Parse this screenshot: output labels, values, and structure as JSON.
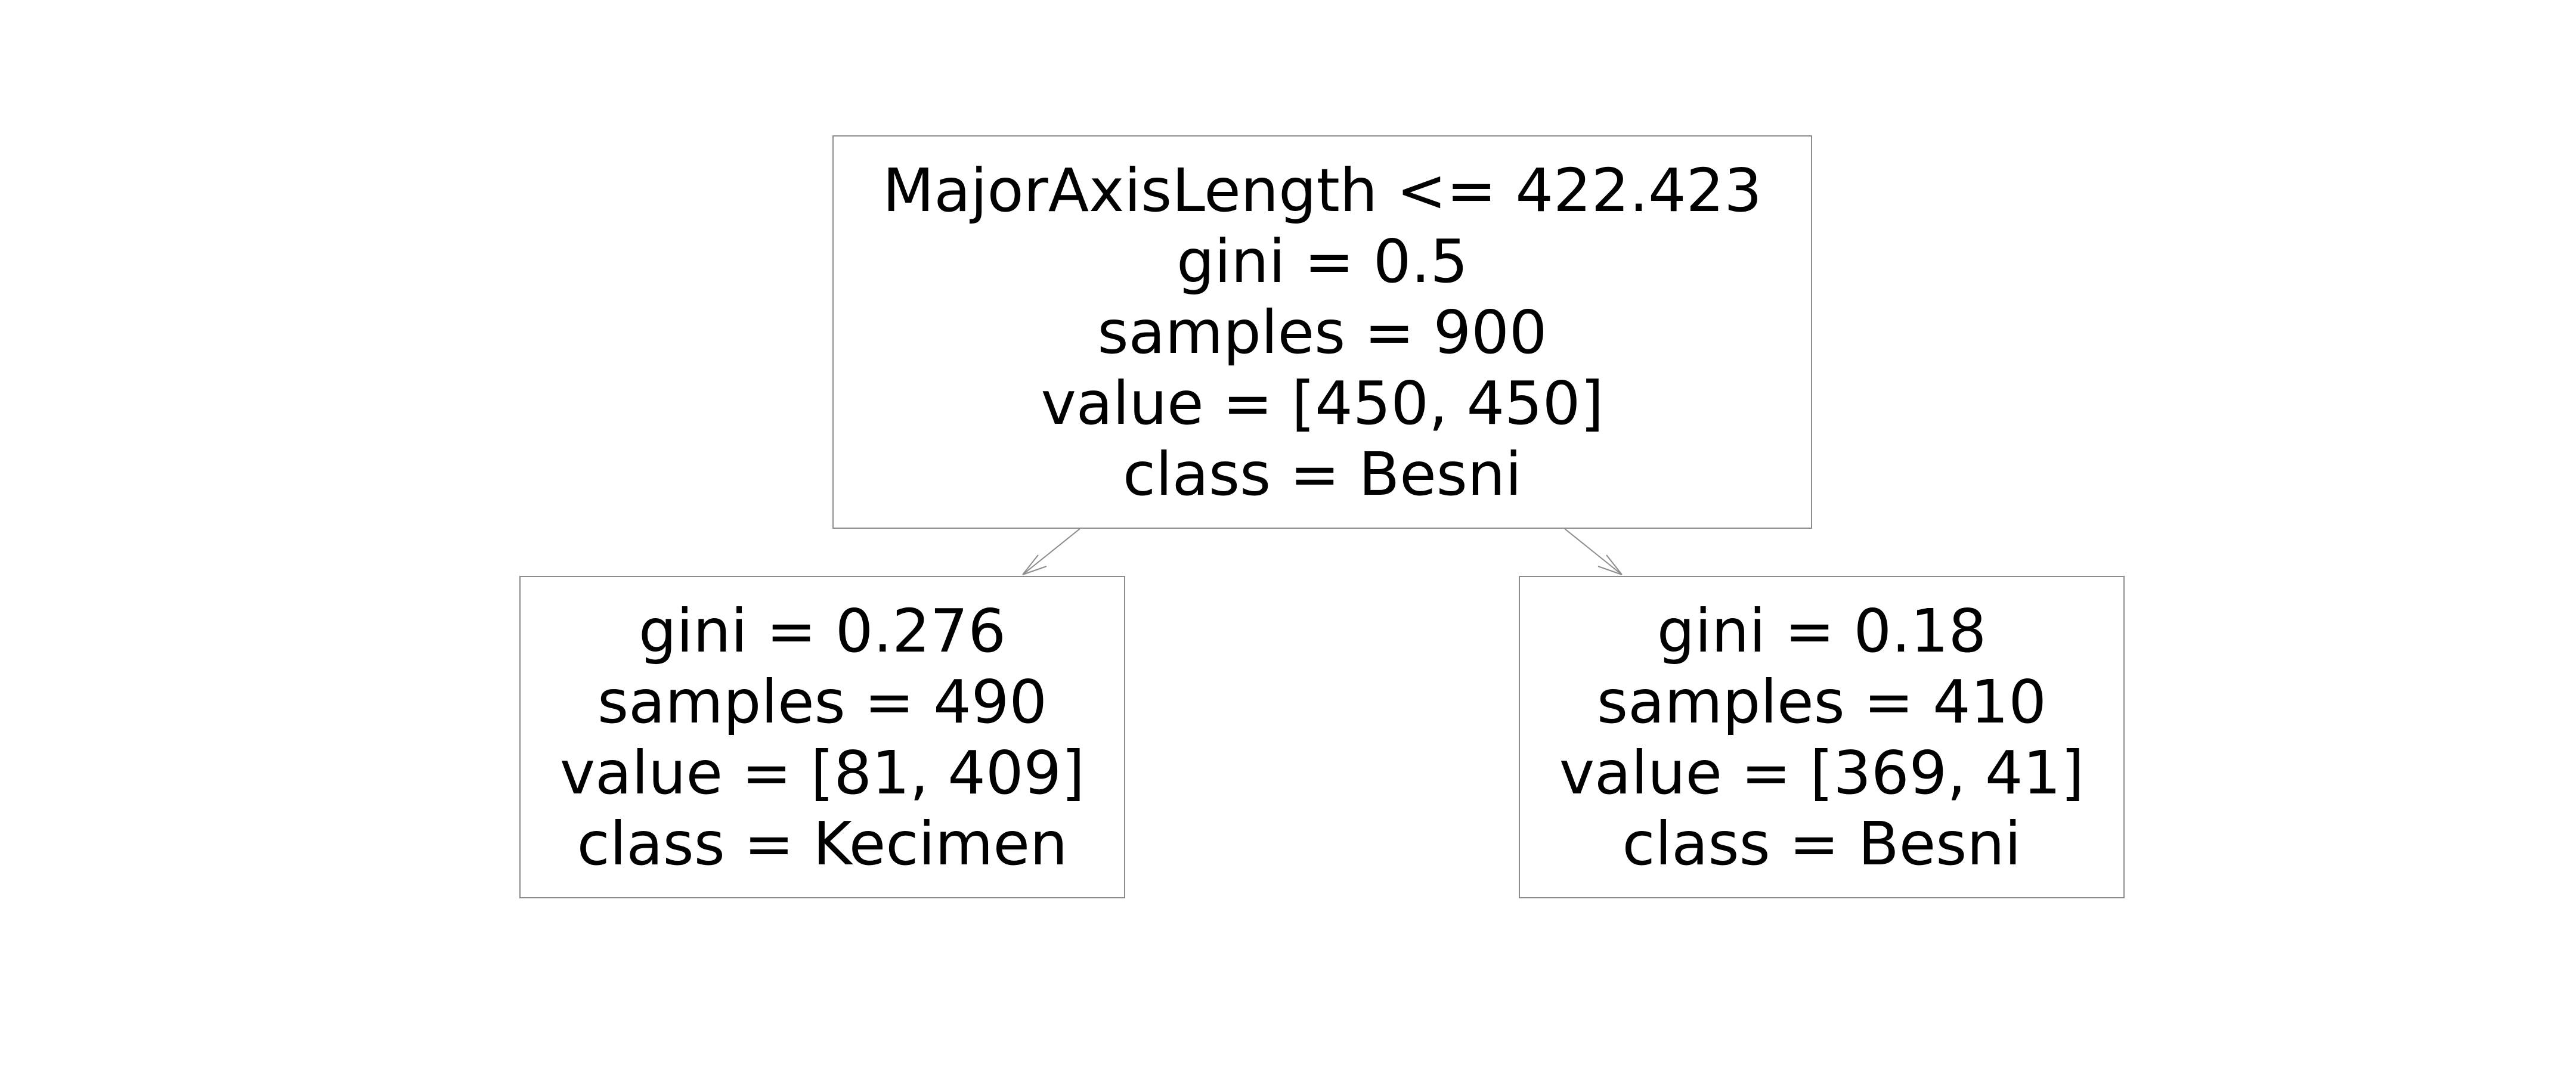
{
  "tree": {
    "root": {
      "split": "MajorAxisLength <= 422.423",
      "gini": "gini = 0.5",
      "samples": "samples = 900",
      "value": "value = [450, 450]",
      "class": "class = Besni"
    },
    "left": {
      "gini": "gini = 0.276",
      "samples": "samples = 490",
      "value": "value = [81, 409]",
      "class": "class = Kecimen"
    },
    "right": {
      "gini": "gini = 0.18",
      "samples": "samples = 410",
      "value": "value = [369, 41]",
      "class": "class = Besni"
    }
  },
  "colors": {
    "node_border": "#8c8c8c",
    "edge": "#8c8c8c",
    "text": "#000000",
    "background": "#ffffff"
  }
}
